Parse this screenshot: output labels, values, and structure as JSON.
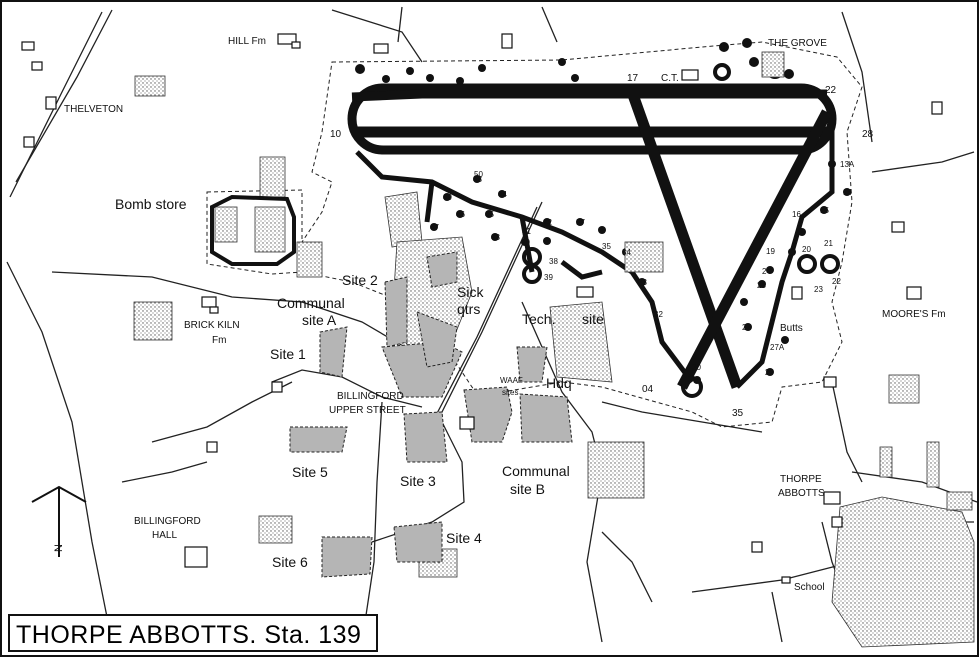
{
  "title": "THORPE ABBOTTS. Sta. 139",
  "north_label": "N",
  "runway_numbers": {
    "r17": "17",
    "r22": "22",
    "r10": "10",
    "r28": "28",
    "r04": "04",
    "r35": "35"
  },
  "labels": {
    "hill_fm": "HILL Fm",
    "thelveton": "THELVETON",
    "the_grove": "THE GROVE",
    "ct": "C.T.",
    "bomb_store": "Bomb store",
    "site2": "Site 2",
    "sick_qtrs_1": "Sick",
    "sick_qtrs_2": "qtrs",
    "communal_a_1": "Communal",
    "communal_a_2": "site A",
    "brick_kiln_1": "BRICK KILN",
    "brick_kiln_2": "Fm",
    "site1": "Site 1",
    "tech_1": "Tech.",
    "tech_2": "site",
    "billingford_1": "BILLINGFORD",
    "billingford_2": "UPPER STREET",
    "waaf_1": "WAAF",
    "waaf_2": "sites",
    "hdq": "Hdq",
    "site5": "Site 5",
    "site3": "Site 3",
    "communal_b_1": "Communal",
    "communal_b_2": "site B",
    "billingford_hall_1": "BILLINGFORD",
    "billingford_hall_2": "HALL",
    "site4": "Site 4",
    "site6": "Site 6",
    "moores_fm": "MOORE'S Fm",
    "butts": "Butts",
    "thorpe_abbotts_1": "THORPE",
    "thorpe_abbotts_2": "ABBOTTS",
    "school": "School"
  },
  "hardstands": {
    "h1": "1",
    "h2": "2",
    "h3": "3",
    "h4": "4",
    "h5": "5",
    "h6": "6",
    "h7": "7",
    "h10": "10",
    "h11": "11",
    "h12": "12",
    "h13": "13",
    "h13a": "13A",
    "h14": "14",
    "h15": "15",
    "h16": "16",
    "h19": "19",
    "h20": "20",
    "h21": "21",
    "h22": "22",
    "h23": "23",
    "h24": "24",
    "h25": "25",
    "h27": "27",
    "h27a": "27A",
    "h29": "29",
    "h30": "30",
    "h32": "32",
    "h33": "33",
    "h34": "34",
    "h35": "35",
    "h37": "37",
    "h38": "38",
    "h39": "39",
    "h40": "40",
    "h41": "41",
    "h42": "42",
    "h43": "43",
    "h44": "44",
    "h45": "45",
    "h46": "46",
    "h47": "47",
    "h48": "48",
    "h49": "49",
    "h50": "50"
  }
}
